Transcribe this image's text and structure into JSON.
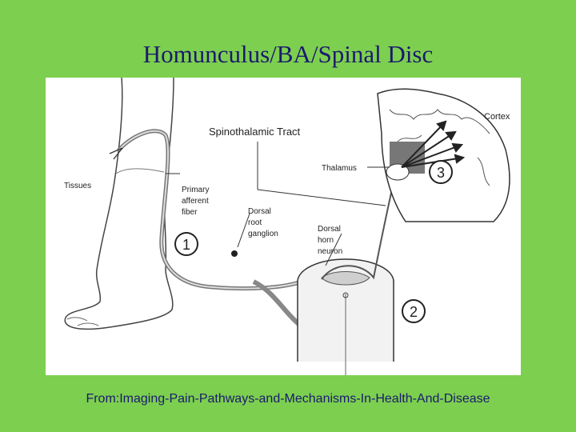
{
  "slide": {
    "title": "Homunculus/BA/Spinal Disc",
    "caption": "From:Imaging-Pain-Pathways-and-Mechanisms-In-Health-And-Disease"
  },
  "diagram": {
    "tract_label": "Spinothalamic Tract",
    "cortex_label": "Cortex",
    "thalamus_label": "Thalamus",
    "tissues_label": "Tissues",
    "primary_afferent_label": [
      "Primary",
      "afferent",
      "fiber"
    ],
    "dorsal_root_label": [
      "Dorsal",
      "root",
      "ganglion"
    ],
    "dorsal_horn_label": [
      "Dorsal",
      "horn",
      "neuron"
    ],
    "stage_1": "1",
    "stage_2": "2",
    "stage_3": "3"
  },
  "colors": {
    "background": "#7dcf4f",
    "title": "#1a1a6e",
    "figure_bg": "#ffffff",
    "line": "#333333",
    "thalamus_fill": "#777777"
  }
}
